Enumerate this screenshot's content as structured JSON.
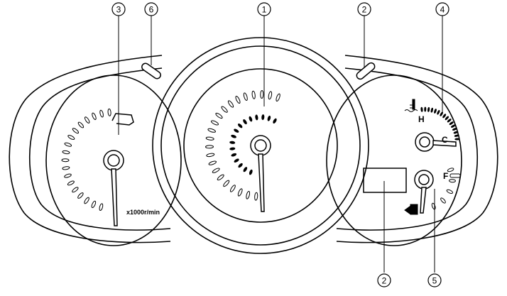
{
  "callouts": [
    {
      "id": "callout-1",
      "text": "1"
    },
    {
      "id": "callout-2-top",
      "text": "2"
    },
    {
      "id": "callout-2-bottom",
      "text": "2"
    },
    {
      "id": "callout-3",
      "text": "3"
    },
    {
      "id": "callout-4",
      "text": "4"
    },
    {
      "id": "callout-5",
      "text": "5"
    },
    {
      "id": "callout-6",
      "text": "6"
    }
  ],
  "tachometer": {
    "unit_label": "x1000r/min"
  },
  "temperature_gauge": {
    "hot_label": "H",
    "cold_label": "C"
  },
  "fuel_gauge": {
    "full_label": "F"
  },
  "icons": [
    "coolant-temperature-icon",
    "fuel-pump-icon"
  ]
}
